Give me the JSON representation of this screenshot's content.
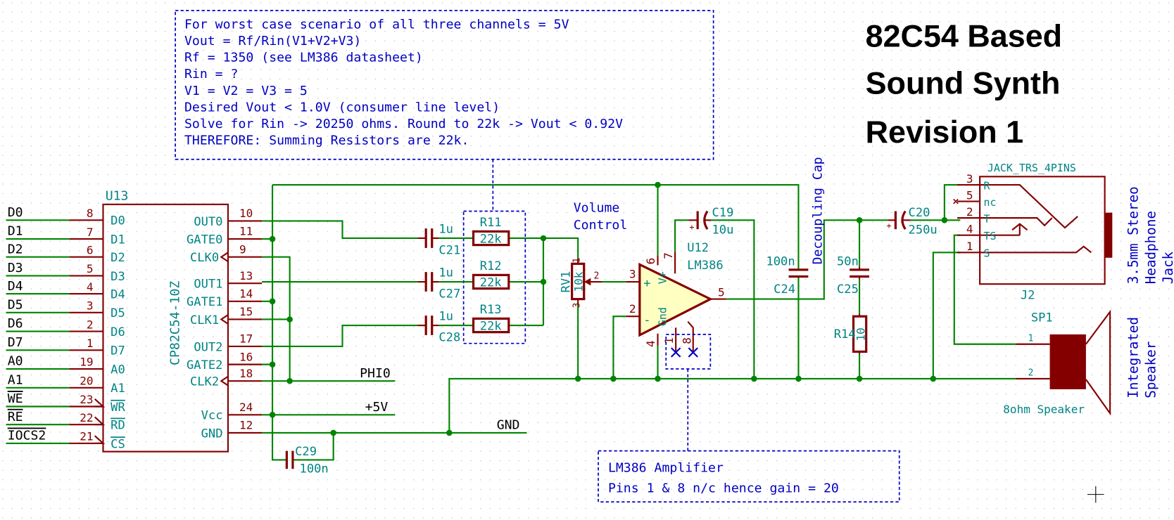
{
  "title": {
    "lines": [
      "82C54 Based",
      "Sound Synth",
      "Revision 1"
    ]
  },
  "notes": {
    "formula": [
      "For worst case scenario of all three channels = 5V",
      "Vout = Rf/Rin(V1+V2+V3)",
      "Rf = 1350 (see LM386 datasheet)",
      "Rin = ?",
      "V1 = V2 = V3 = 5",
      "Desired Vout < 1.0V (consumer line level)",
      "Solve for Rin -> 20250 ohms. Round to 22k -> Vout < 0.92V",
      "THEREFORE: Summing Resistors are 22k."
    ],
    "amp": [
      "LM386 Amplifier",
      "Pins 1 & 8 n/c hence gain = 20"
    ],
    "volume": [
      "Volume",
      "Control"
    ],
    "decoupling": "Decoupling Cap",
    "jack_desc": [
      "3.5mm Stereo",
      "Headphone",
      "Jack"
    ],
    "speaker_desc": [
      "Integrated",
      "Speaker"
    ]
  },
  "u13": {
    "ref": "U13",
    "value": "CP82C54-10Z",
    "left_pins": [
      {
        "net": "D0",
        "num": "8",
        "name": "D0"
      },
      {
        "net": "D1",
        "num": "7",
        "name": "D1"
      },
      {
        "net": "D2",
        "num": "6",
        "name": "D2"
      },
      {
        "net": "D3",
        "num": "5",
        "name": "D3"
      },
      {
        "net": "D4",
        "num": "4",
        "name": "D4"
      },
      {
        "net": "D5",
        "num": "3",
        "name": "D5"
      },
      {
        "net": "D6",
        "num": "2",
        "name": "D6"
      },
      {
        "net": "D7",
        "num": "1",
        "name": "D7"
      },
      {
        "net": "A0",
        "num": "19",
        "name": "A0"
      },
      {
        "net": "A1",
        "num": "20",
        "name": "A1"
      },
      {
        "net": "WE",
        "num": "23",
        "name": "WR",
        "active_low": true
      },
      {
        "net": "RE",
        "num": "22",
        "name": "RD",
        "active_low": true
      },
      {
        "net": "IOCS2",
        "num": "21",
        "name": "CS",
        "active_low": true
      }
    ],
    "right_pins": [
      {
        "name": "OUT0",
        "num": "10"
      },
      {
        "name": "GATE0",
        "num": "11"
      },
      {
        "name": "CLK0",
        "num": "9",
        "clock": true
      },
      {
        "name": "OUT1",
        "num": "13"
      },
      {
        "name": "GATE1",
        "num": "14"
      },
      {
        "name": "CLK1",
        "num": "15",
        "clock": true
      },
      {
        "name": "OUT2",
        "num": "17"
      },
      {
        "name": "GATE2",
        "num": "16"
      },
      {
        "name": "CLK2",
        "num": "18",
        "clock": true
      },
      {
        "name": "Vcc",
        "num": "24"
      },
      {
        "name": "GND",
        "num": "12"
      }
    ]
  },
  "nets": {
    "phi0": "PHI0",
    "vcc": "+5V",
    "gnd": "GND"
  },
  "components": {
    "c21": {
      "ref": "C21",
      "value": "1u"
    },
    "c27": {
      "ref": "C27",
      "value": "1u"
    },
    "c28": {
      "ref": "C28",
      "value": "1u"
    },
    "r11": {
      "ref": "R11",
      "value": "22k"
    },
    "r12": {
      "ref": "R12",
      "value": "22k"
    },
    "r13": {
      "ref": "R13",
      "value": "22k"
    },
    "rv1": {
      "ref": "RV1",
      "value": "10k",
      "pins": [
        "1",
        "2",
        "3"
      ]
    },
    "c29": {
      "ref": "C29",
      "value": "100n"
    },
    "u12": {
      "ref": "U12",
      "value": "LM386",
      "pins": {
        "plus": "3",
        "minus": "2",
        "vplus": "6",
        "gnd": "4",
        "out": "5",
        "bypass": "7",
        "g1": "1",
        "g8": "8"
      },
      "labels": {
        "plus": "+",
        "minus": "-",
        "vplus": "V+",
        "gnd": "Gnd"
      }
    },
    "c19": {
      "ref": "C19",
      "value": "10u"
    },
    "c24": {
      "ref": "C24",
      "value": "100n"
    },
    "c25": {
      "ref": "C25",
      "value": "50n"
    },
    "r14": {
      "ref": "R14",
      "value": "10"
    },
    "c20": {
      "ref": "C20",
      "value": "250u"
    },
    "j2": {
      "ref": "J2",
      "value": "JACK_TRS_4PINS",
      "pins": [
        {
          "num": "3",
          "name": "R"
        },
        {
          "num": "5",
          "name": "nc"
        },
        {
          "num": "2",
          "name": "T"
        },
        {
          "num": "4",
          "name": "TS"
        },
        {
          "num": "1",
          "name": "S"
        }
      ]
    },
    "sp1": {
      "ref": "SP1",
      "value": "8ohm Speaker",
      "pins": [
        "1",
        "2"
      ]
    }
  },
  "colors": {
    "wire": "#008400",
    "component": "#840000",
    "field_text": "#008484",
    "note_text": "#0000c2",
    "amp_body": "#ffffc2"
  }
}
